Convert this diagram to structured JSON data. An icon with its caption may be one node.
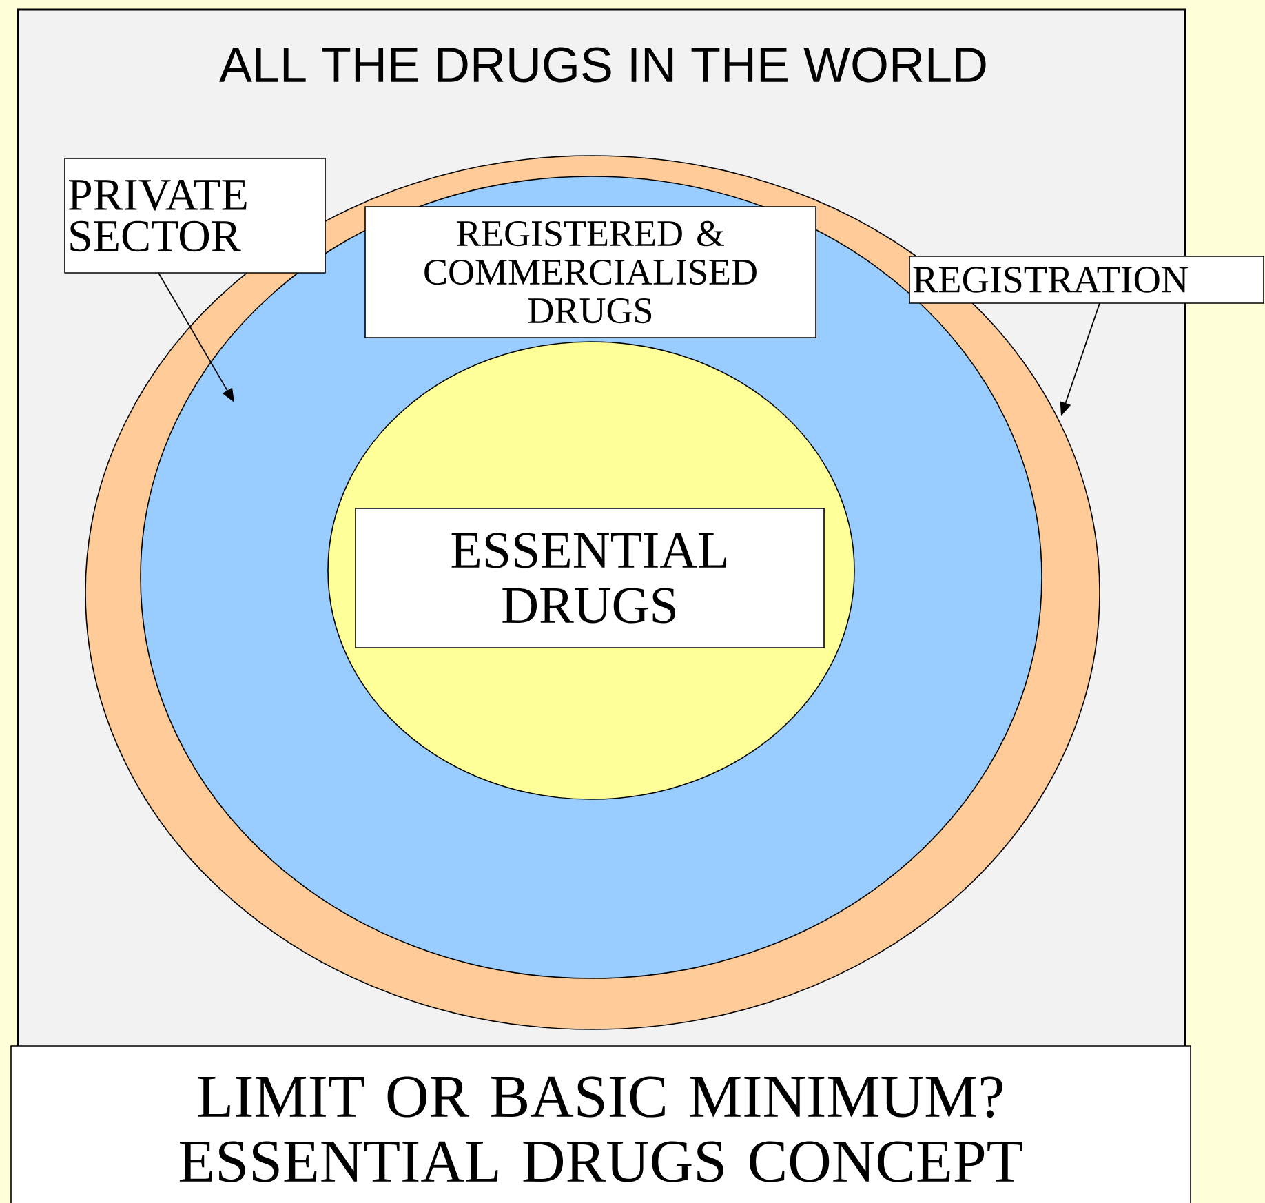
{
  "diagram": {
    "nodes": [
      {
        "text": [
          "ALL THE DRUGS IN THE WORLD"
        ]
      },
      {
        "text": [
          "PRIVATE SECTOR"
        ],
        "in": 0
      },
      {
        "text": [
          "REGISTERED & COMMERCIALISED DRUGS"
        ],
        "in": 5
      },
      {
        "text": [
          "REGISTRATION"
        ]
      },
      {
        "text": [],
        "shape": "circle",
        "in": 0
      },
      {
        "text": [],
        "shape": "circle",
        "in": 4
      },
      {
        "text": [],
        "shape": "circle",
        "in": 5
      },
      {
        "text": [
          "ESSENTIAL DRUGS"
        ],
        "in": 6
      },
      {
        "text": [
          "LIMIT OR BASIC MINIMUM? ESSENTIAL DRUGS CONCEPT"
        ]
      }
    ],
    "edges": [
      {
        "from": 1,
        "to": 5,
        "arrow": "to"
      },
      {
        "from": 3,
        "to": 4,
        "arrow": "to"
      }
    ]
  }
}
